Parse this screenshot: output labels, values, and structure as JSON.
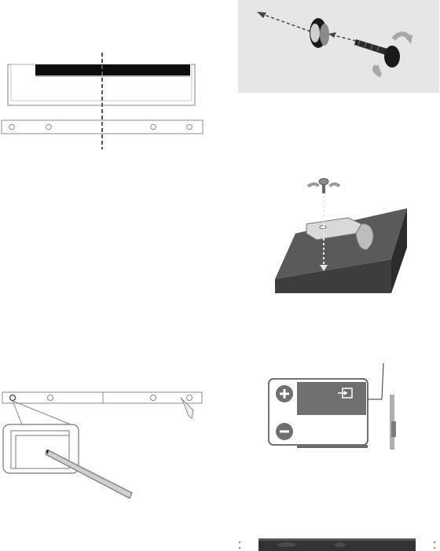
{
  "page": {
    "background": "#ffffff"
  },
  "panels": {
    "tv_alignment": {
      "icon": "tv-center-line-diagram"
    },
    "wall_anchor": {
      "icon": "wall-anchor-screw-diagram",
      "panel_background": "#e6e6e6"
    },
    "bracket_screw": {
      "icon": "bracket-screw-diagram"
    },
    "template_marking": {
      "icon": "template-pencil-marking-diagram"
    },
    "volume_control": {
      "icon": "volume-input-button-diagram",
      "accent": "#6f6f6f"
    },
    "soundbar_bottom": {
      "icon": "soundbar-bottom-view"
    }
  }
}
